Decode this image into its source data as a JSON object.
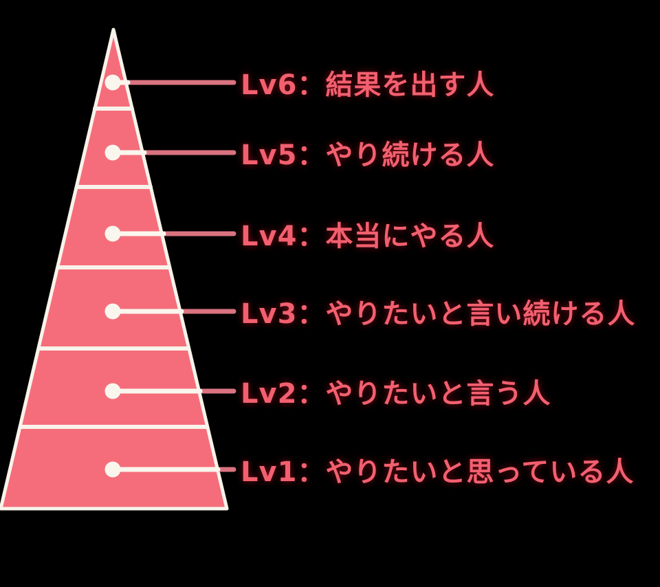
{
  "diagram": {
    "type": "pyramid",
    "orientation": "labels-right",
    "separator": "：",
    "levels": [
      {
        "id": "Lv6",
        "name": "結果を出す人"
      },
      {
        "id": "Lv5",
        "name": "やり続ける人"
      },
      {
        "id": "Lv4",
        "name": "本当にやる人"
      },
      {
        "id": "Lv3",
        "name": "やりたいと言い続ける人"
      },
      {
        "id": "Lv2",
        "name": "やりたいと言う人"
      },
      {
        "id": "Lv1",
        "name": "やりたいと思っている人"
      }
    ]
  },
  "colors": {
    "background": "#000000",
    "pyramid_fill": "#f56d7b",
    "outline": "#f8f3ea",
    "dot": "#faf6ee",
    "connector": "#da7380",
    "text": "#f2606f"
  }
}
